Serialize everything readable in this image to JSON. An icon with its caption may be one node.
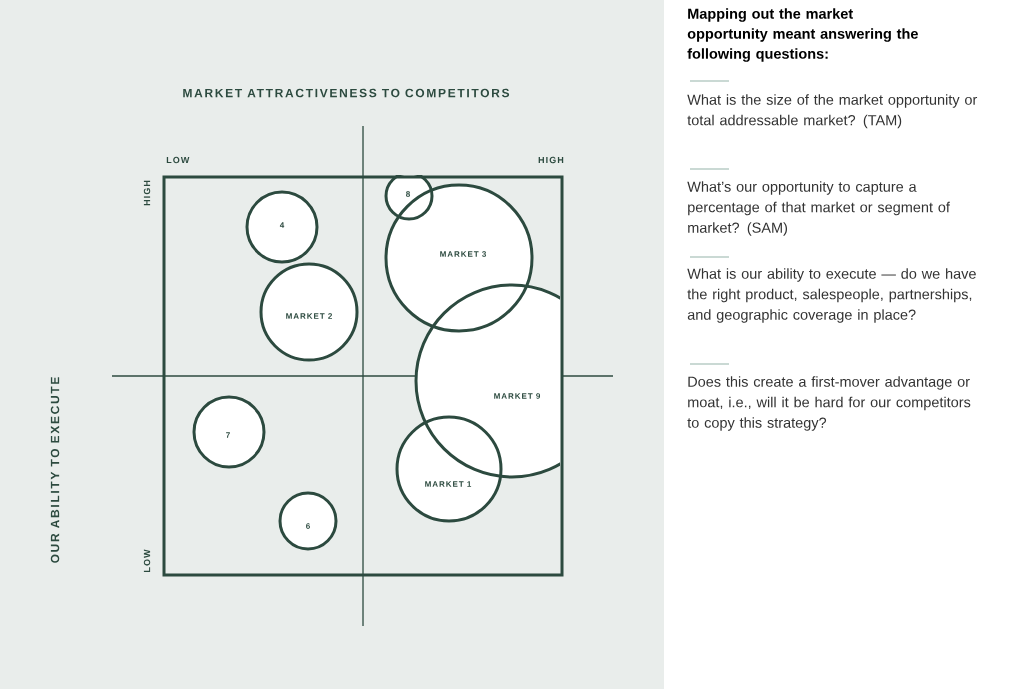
{
  "diagram": {
    "nodes": [
      {
        "text": [
          "4"
        ]
      },
      {
        "text": [
          "MARKET 2"
        ]
      },
      {
        "text": [
          "8"
        ]
      },
      {
        "text": [
          "MARKET 3"
        ]
      },
      {
        "text": [
          "MARKET 9"
        ]
      },
      {
        "text": [
          "7"
        ]
      },
      {
        "text": [
          "MARKET 1"
        ]
      },
      {
        "text": [
          "6"
        ]
      }
    ],
    "labels": [
      "MARKET ATTRACTIVENESS TO COMPETITORS",
      "LOW",
      "HIGH",
      "HIGH",
      "LOW",
      "OUR ABILITY TO EXECUTE",
      "Mapping out the market opportunity meant answering the following questions:",
      "What is the size of the market opportunity or total addressable market? (TAM)",
      "What’s our opportunity to capture a percentage of that market or segment of market? (SAM)",
      "What is our ability to execute — do we have the right product, salespeople, partnerships, and geographic coverage in place?",
      "Does this create a first-mover advantage or moat, i.e., will it be hard for our competitors to copy this strategy?"
    ]
  }
}
